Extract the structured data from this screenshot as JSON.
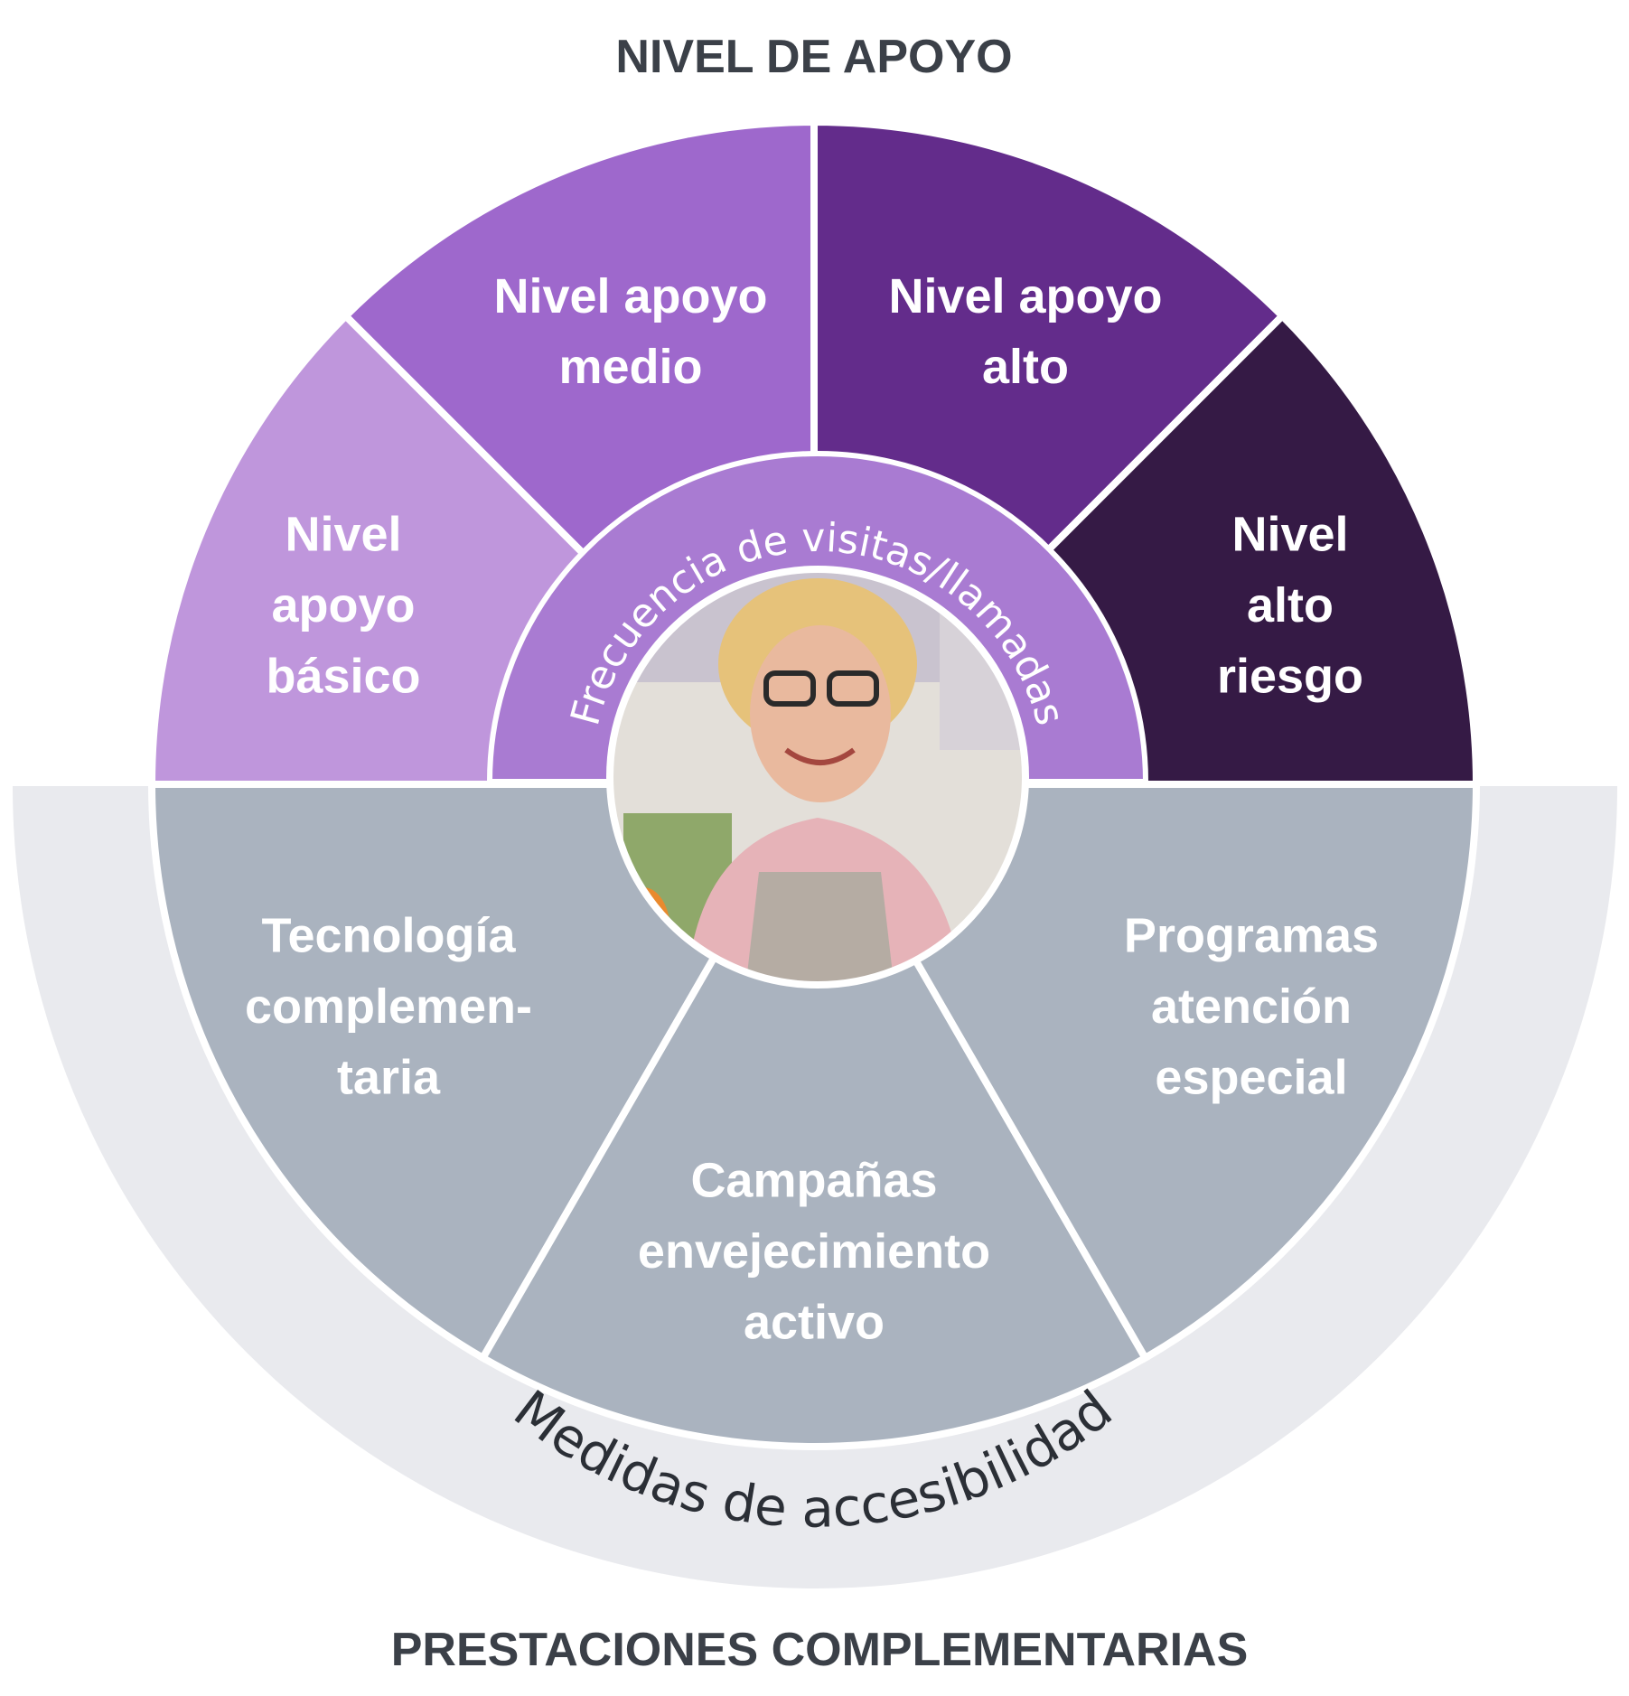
{
  "title_top": "NIVEL DE APOYO",
  "title_bottom": "PRESTACIONES COMPLEMENTARIAS",
  "inner_ring_label": "Frecuencia de visitas/llamadas",
  "outer_ring_label": "Medidas de accesibilidad",
  "support_levels": [
    {
      "lines": [
        "Nivel",
        "apoyo",
        "básico"
      ],
      "color": "#bf96dc"
    },
    {
      "lines": [
        "Nivel apoyo",
        "medio"
      ],
      "color": "#9e68cc"
    },
    {
      "lines": [
        "Nivel apoyo",
        "alto"
      ],
      "color": "#632c8b"
    },
    {
      "lines": [
        "Nivel",
        "alto",
        "riesgo"
      ],
      "color": "#351a45"
    }
  ],
  "complementary": [
    {
      "lines": [
        "Tecnología",
        "complemen-",
        "taria"
      ],
      "color": "#aab3bf"
    },
    {
      "lines": [
        "Campañas",
        "envejecimiento",
        "activo"
      ],
      "color": "#aab3bf"
    },
    {
      "lines": [
        "Programas",
        "atención",
        "especial"
      ],
      "color": "#aab3bf"
    }
  ],
  "colors": {
    "title": "#3b4048",
    "outer_ring": "#e9eaee",
    "inner_ring": "#a97bd2",
    "divider": "#ffffff",
    "ring_text": "#ffffff",
    "outer_text": "#2b2f36"
  },
  "photo": {
    "icon": "senior-woman-photo"
  }
}
